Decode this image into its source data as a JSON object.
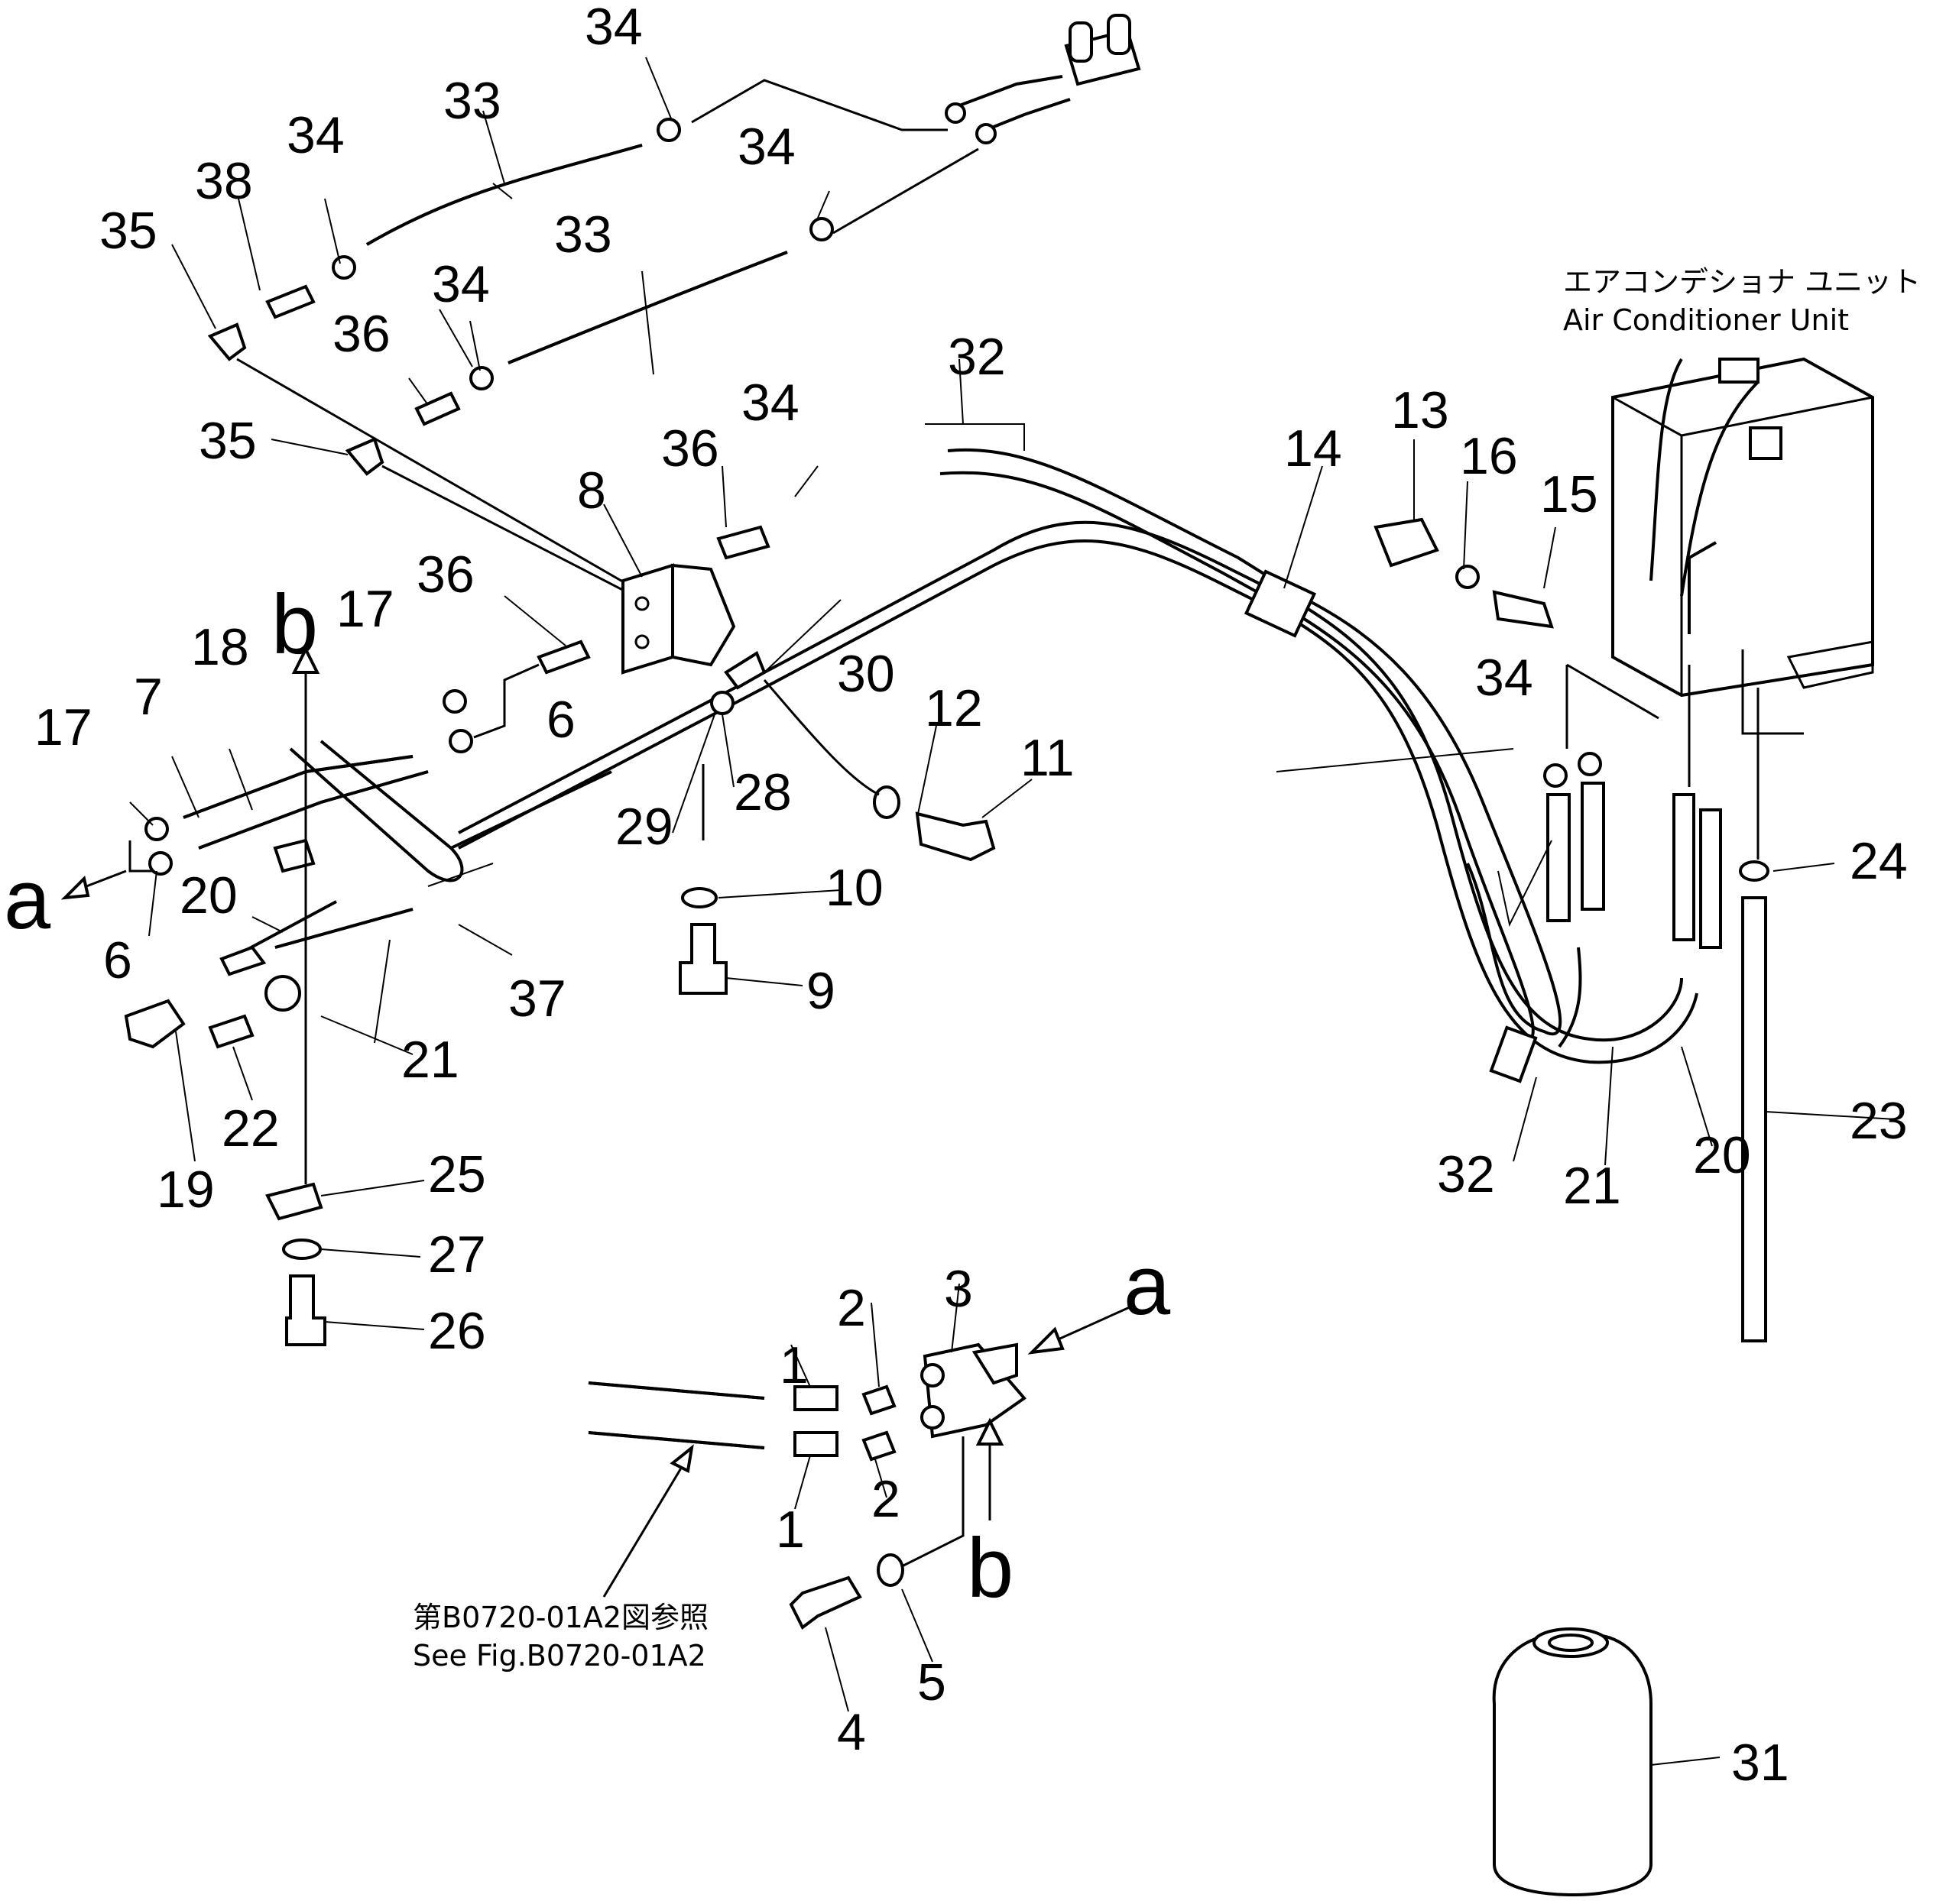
{
  "unit": {
    "label_jp": "エアコンデショナ ユニット",
    "label_en": "Air Conditioner Unit"
  },
  "reference": {
    "line_jp": "第B0720-01A2図参照",
    "line_en": "See Fig.B0720-01A2"
  },
  "view_markers": {
    "a": "a",
    "b": "b"
  },
  "part_numbers": {
    "p1": "1",
    "p2": "2",
    "p3": "3",
    "p4": "4",
    "p5": "5",
    "p6": "6",
    "p7": "7",
    "p8": "8",
    "p9": "9",
    "p10": "10",
    "p11": "11",
    "p12": "12",
    "p13": "13",
    "p14": "14",
    "p15": "15",
    "p16": "16",
    "p17": "17",
    "p18": "18",
    "p19": "19",
    "p20": "20",
    "p21": "21",
    "p22": "22",
    "p23": "23",
    "p24": "24",
    "p25": "25",
    "p26": "26",
    "p27": "27",
    "p28": "28",
    "p29": "29",
    "p30": "30",
    "p31": "31",
    "p32": "32",
    "p33": "33",
    "p34": "34",
    "p35": "35",
    "p36": "36",
    "p37": "37",
    "p38": "38"
  }
}
